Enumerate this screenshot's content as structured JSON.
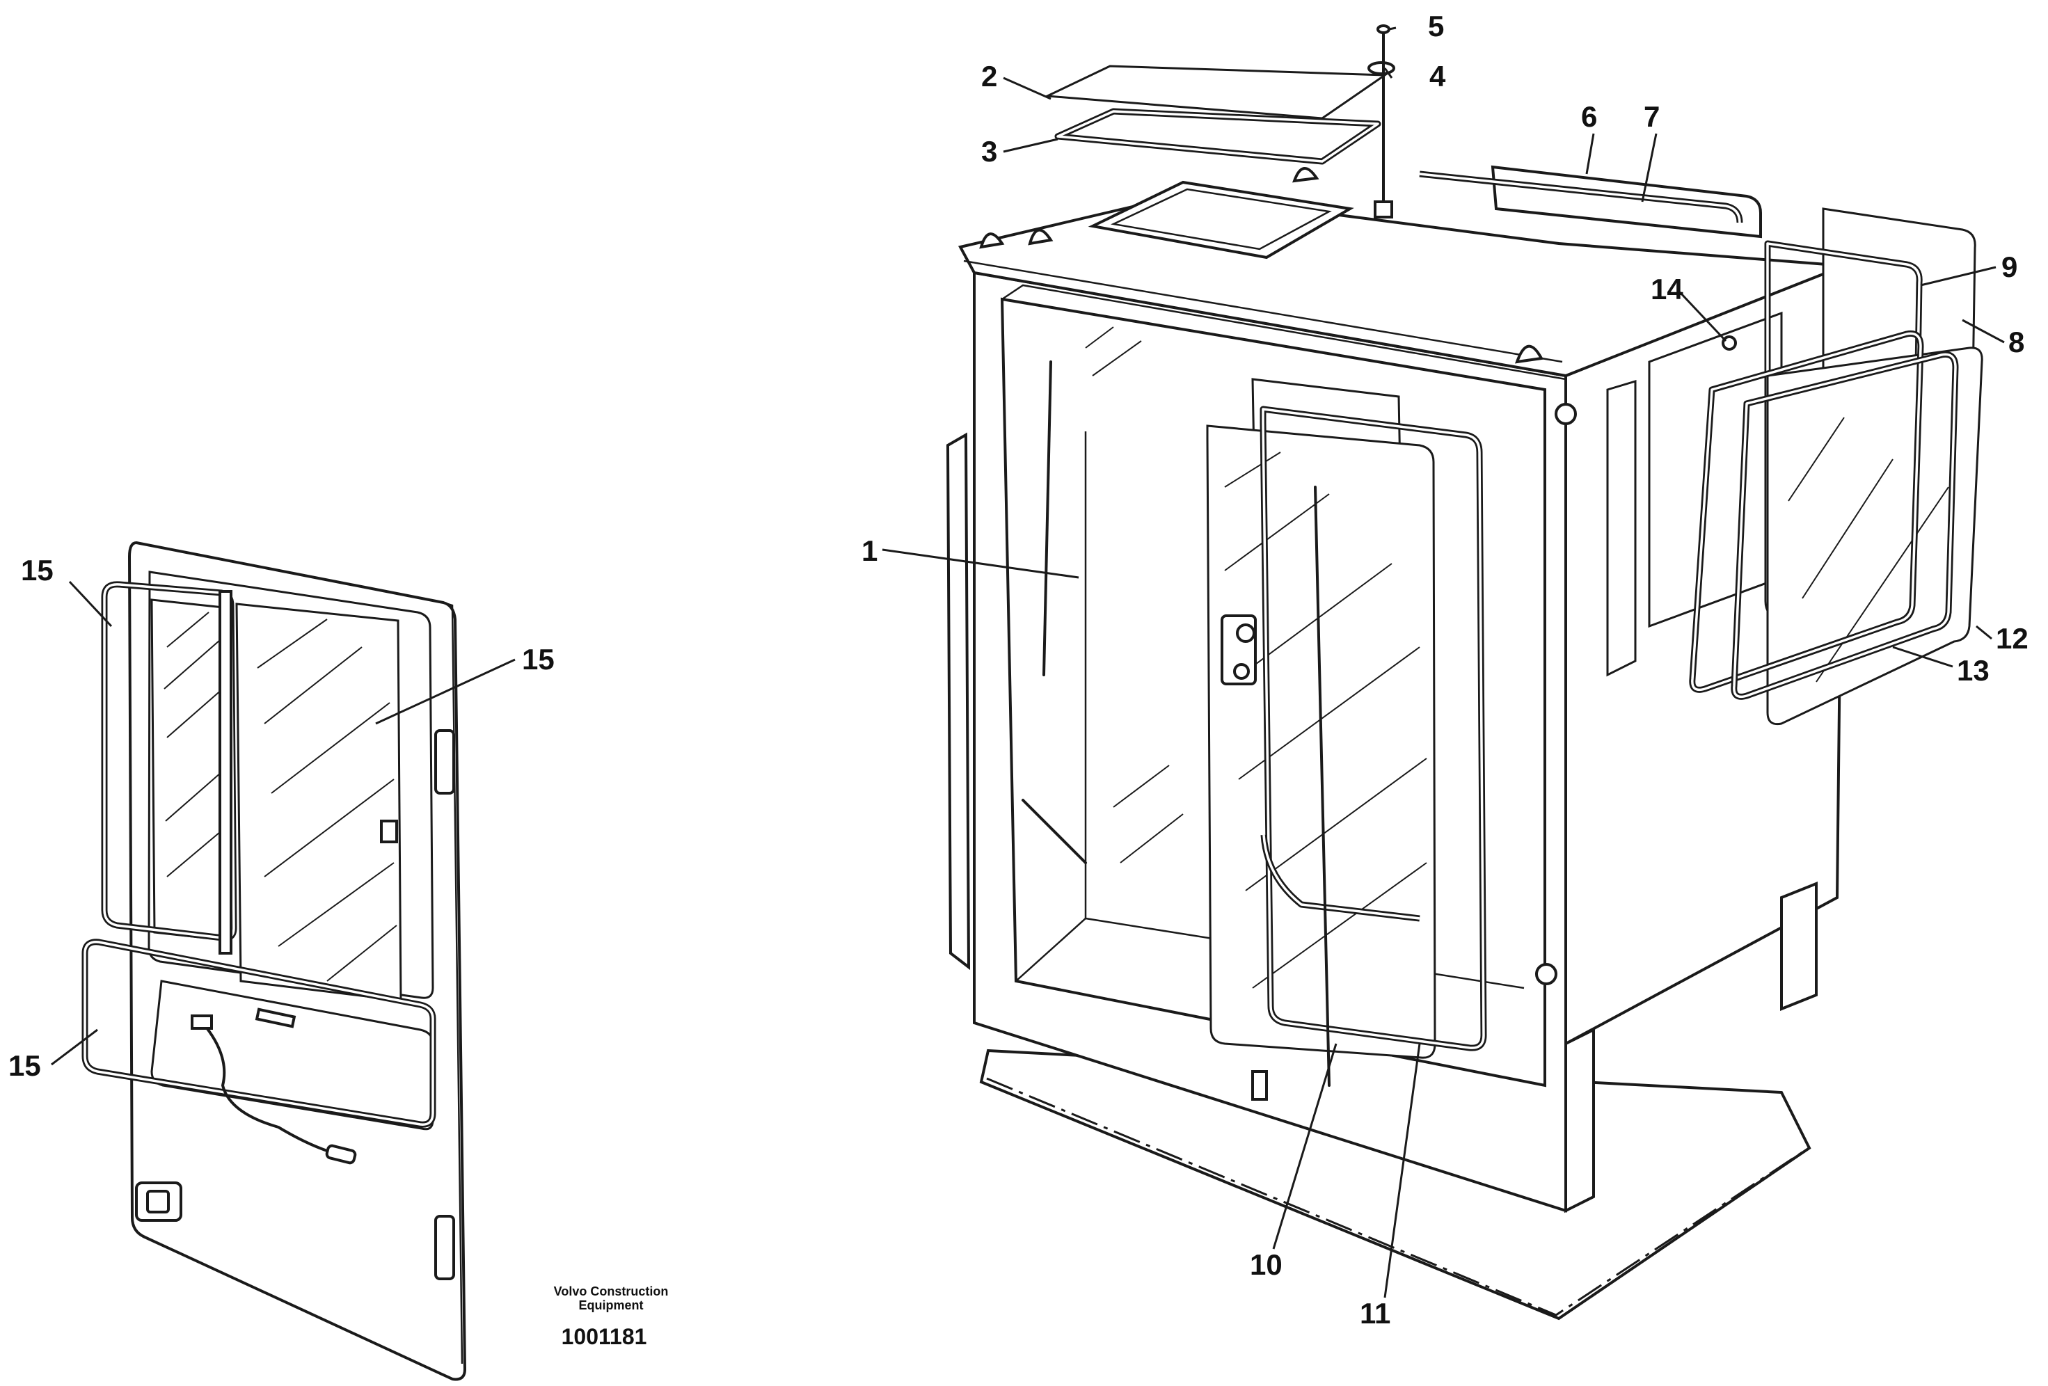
{
  "diagram": {
    "callouts": [
      {
        "id": "c1",
        "label": "1"
      },
      {
        "id": "c2",
        "label": "2"
      },
      {
        "id": "c3",
        "label": "3"
      },
      {
        "id": "c4",
        "label": "4"
      },
      {
        "id": "c5",
        "label": "5"
      },
      {
        "id": "c6",
        "label": "6"
      },
      {
        "id": "c7",
        "label": "7"
      },
      {
        "id": "c8",
        "label": "8"
      },
      {
        "id": "c9",
        "label": "9"
      },
      {
        "id": "c10",
        "label": "10"
      },
      {
        "id": "c11",
        "label": "11"
      },
      {
        "id": "c12",
        "label": "12"
      },
      {
        "id": "c13",
        "label": "13"
      },
      {
        "id": "c14",
        "label": "14"
      },
      {
        "id": "c15a",
        "label": "15"
      },
      {
        "id": "c15b",
        "label": "15"
      },
      {
        "id": "c15c",
        "label": "15"
      }
    ],
    "caption": {
      "line1": "Volvo Construction",
      "line2": "Equipment",
      "code": "1001181"
    }
  }
}
